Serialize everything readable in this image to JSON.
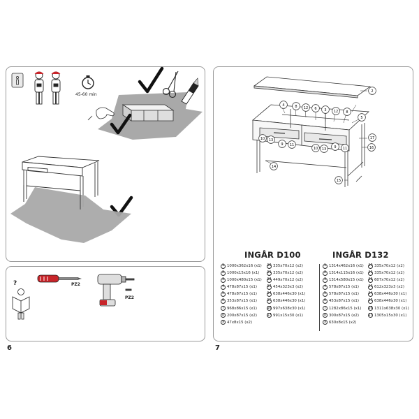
{
  "pages": {
    "left_number": "6",
    "right_number": "7"
  },
  "time_label": "45-60 min",
  "tool_labels": {
    "screwdriver": "PZ2",
    "drill": "PZ2"
  },
  "help_mark": "?",
  "callouts": [
    "1",
    "2",
    "3",
    "4",
    "5",
    "6",
    "7",
    "8",
    "9",
    "10",
    "11",
    "12",
    "13",
    "14",
    "15",
    "16",
    "17"
  ],
  "diagram_callouts": {
    "c2": "2",
    "c4": "4",
    "c8": "8",
    "c12a": "12",
    "c6": "6",
    "c3": "3",
    "c12b": "12",
    "c8b": "8",
    "c5": "5",
    "c10": "10",
    "c13": "13",
    "c9": "9",
    "c11": "11",
    "c10b": "10",
    "c13b": "13",
    "c9b": "9",
    "c11b": "11",
    "c17": "17",
    "c16": "16",
    "c14": "14",
    "c15": "15"
  },
  "models": [
    {
      "title": "INGÅR D100",
      "col1": [
        {
          "n": "1",
          "text": "1000x362x16 (x1)"
        },
        {
          "n": "2",
          "text": "1000x15x16 (x1)"
        },
        {
          "n": "3",
          "text": "1000x480x15 (x1)"
        },
        {
          "n": "4",
          "text": "478x87x15 (x1)"
        },
        {
          "n": "5",
          "text": "478x87x15 (x1)"
        },
        {
          "n": "6",
          "text": "353x87x15 (x1)"
        },
        {
          "n": "7",
          "text": "968x86x15 (x1)"
        },
        {
          "n": "8",
          "text": "200x87x15 (x2)"
        },
        {
          "n": "9",
          "text": "47x8x15 (x2)"
        }
      ],
      "col2": [
        {
          "n": "10",
          "text": "335x70x12 (x2)"
        },
        {
          "n": "11",
          "text": "335x70x12 (x2)"
        },
        {
          "n": "12",
          "text": "449x70x12 (x2)"
        },
        {
          "n": "13",
          "text": "454x323x3 (x2)"
        },
        {
          "n": "14",
          "text": "638x446x30 (x1)"
        },
        {
          "n": "15",
          "text": "638x446x30 (x1)"
        },
        {
          "n": "16",
          "text": "997x638x30 (x1)"
        },
        {
          "n": "17",
          "text": "991x15x30 (x1)"
        }
      ]
    },
    {
      "title": "INGÅR D132",
      "col1": [
        {
          "n": "1",
          "text": "1314x462x16 (x1)"
        },
        {
          "n": "2",
          "text": "1314x115x16 (x1)"
        },
        {
          "n": "3",
          "text": "1314x580x15 (x1)"
        },
        {
          "n": "4",
          "text": "578x87x15 (x1)"
        },
        {
          "n": "5",
          "text": "578x87x15 (x1)"
        },
        {
          "n": "6",
          "text": "453x87x15 (x1)"
        },
        {
          "n": "7",
          "text": "1282x86x15 (x1)"
        },
        {
          "n": "8",
          "text": "300x87x15 (x2)"
        },
        {
          "n": "9",
          "text": "630x8x15 (x2)"
        }
      ],
      "col2": [
        {
          "n": "10",
          "text": "335x70x12 (x2)"
        },
        {
          "n": "11",
          "text": "335x70x12 (x2)"
        },
        {
          "n": "12",
          "text": "607x70x12 (x2)"
        },
        {
          "n": "13",
          "text": "612x323x3 (x2)"
        },
        {
          "n": "14",
          "text": "638x446x30 (x1)"
        },
        {
          "n": "15",
          "text": "638x446x30 (x1)"
        },
        {
          "n": "16",
          "text": "1311x638x30 (x1)"
        },
        {
          "n": "17",
          "text": "1305x15x30 (x1)"
        }
      ]
    }
  ]
}
